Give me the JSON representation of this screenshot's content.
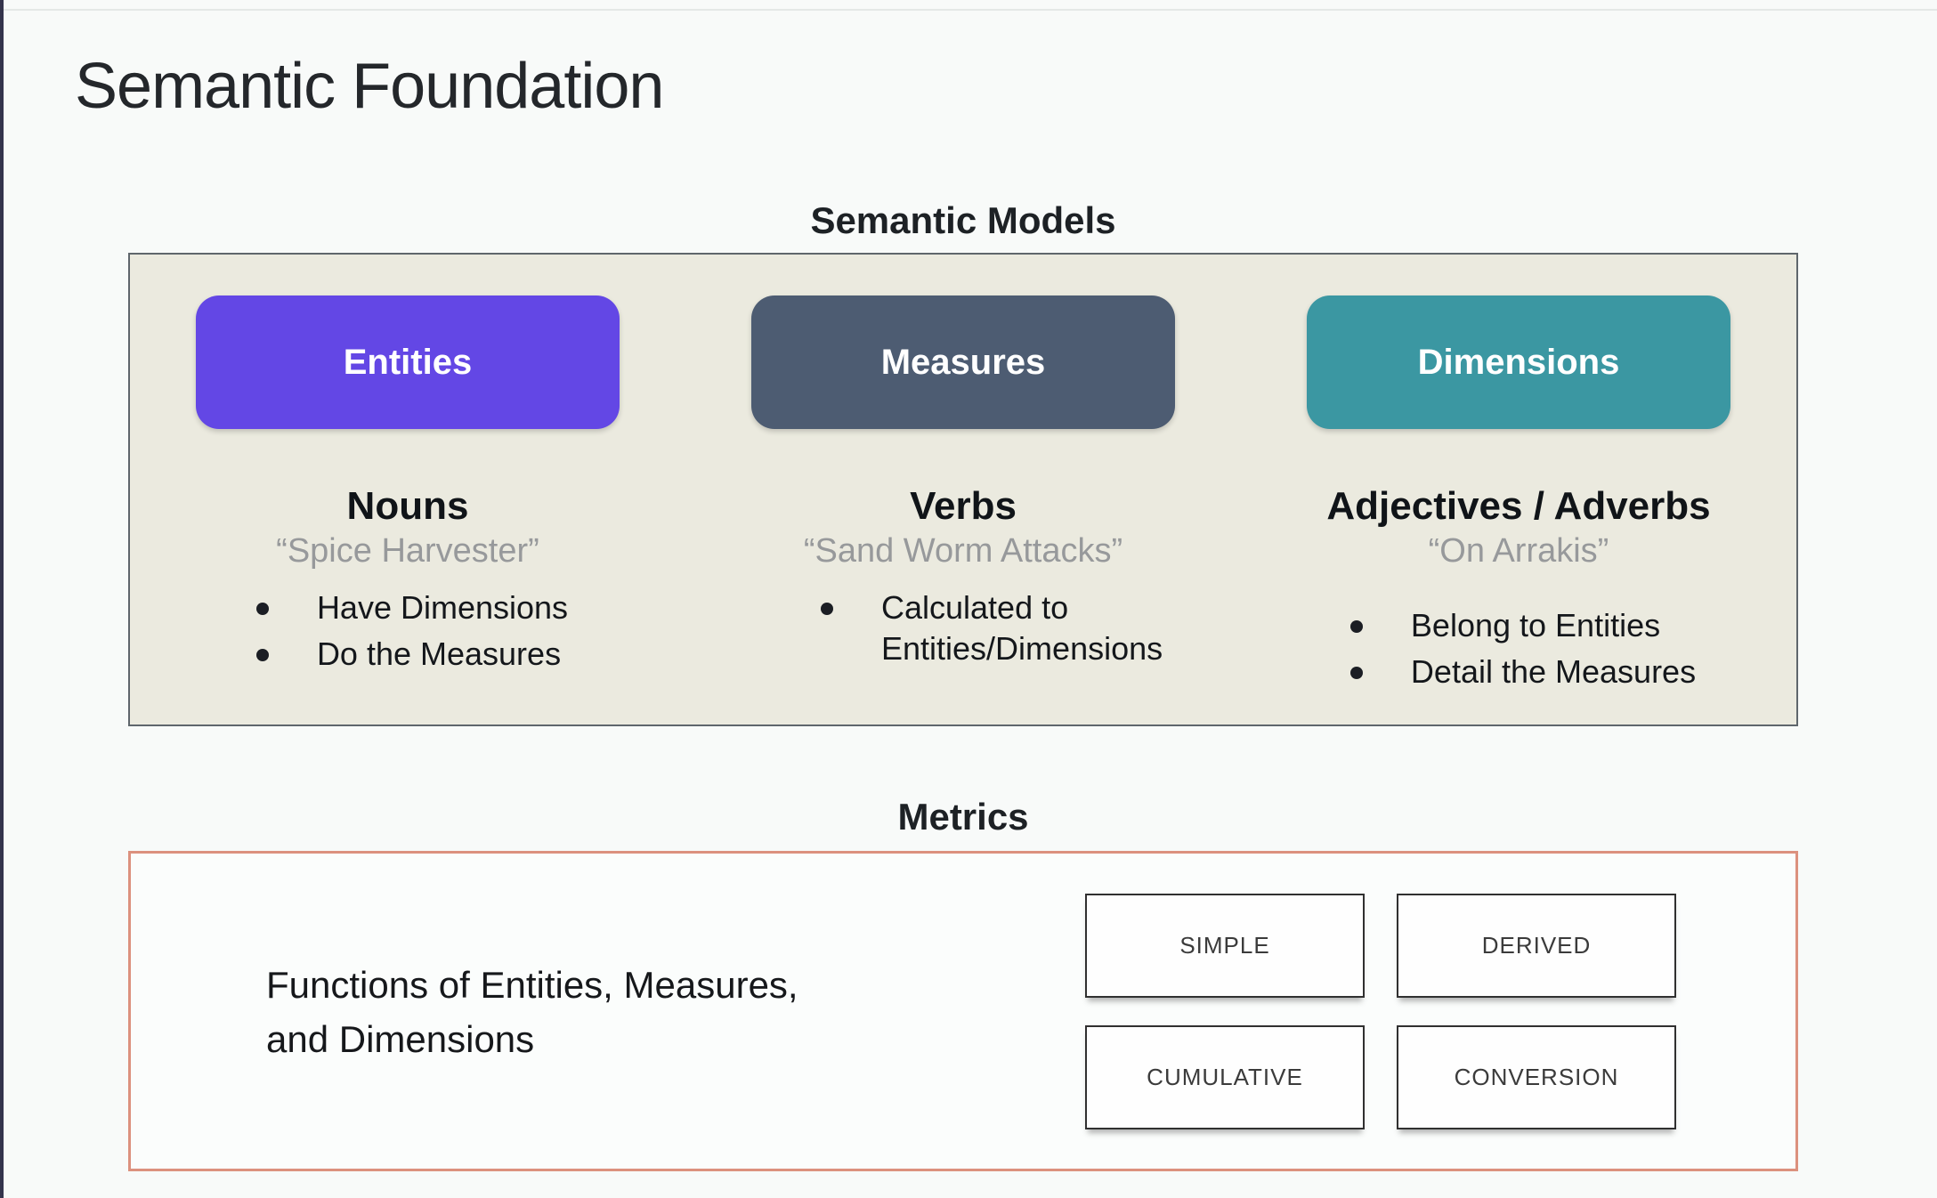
{
  "slide": {
    "title": "Semantic Foundation"
  },
  "semantic_models": {
    "section_label": "Semantic Models",
    "box_background": "#ebeadf",
    "columns": [
      {
        "pill_label": "Entities",
        "pill_color": "#6347e5",
        "heading": "Nouns",
        "quote": "“Spice Harvester”",
        "bullets": [
          "Have Dimensions",
          "Do the Measures"
        ]
      },
      {
        "pill_label": "Measures",
        "pill_color": "#4d5c72",
        "heading": "Verbs",
        "quote": "“Sand Worm Attacks”",
        "bullets": [
          "Calculated to Entities/Dimensions"
        ]
      },
      {
        "pill_label": "Dimensions",
        "pill_color": "#3b97a2",
        "heading": "Adjectives / Adverbs",
        "quote": "“On Arrakis”",
        "bullets": [
          "Belong to Entities",
          "Detail the Measures"
        ]
      }
    ]
  },
  "metrics": {
    "section_label": "Metrics",
    "description": "Functions of Entities, Measures,\nand Dimensions",
    "border_color": "#dc917e",
    "types": [
      {
        "label": "SIMPLE"
      },
      {
        "label": "DERIVED"
      },
      {
        "label": "CUMULATIVE"
      },
      {
        "label": "CONVERSION"
      }
    ]
  }
}
